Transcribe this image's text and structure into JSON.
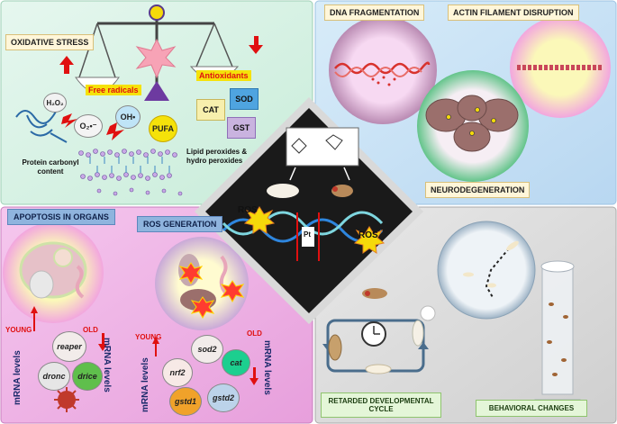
{
  "panels": {
    "oxidative_stress": {
      "title": "OXIDATIVE STRESS",
      "free_radicals": "Free radicals",
      "antioxidants": "Antioxidants",
      "h2o2": "H₂O₂",
      "superoxide": "O₂•⁻",
      "hydroxyl": "OH•",
      "pufa": "PUFA",
      "cat": "CAT",
      "sod": "SOD",
      "gst": "GST",
      "lipid_peroxides": "Lipid peroxides & hydro peroxides",
      "protein_carbonyl": "Protein carbonyl content"
    },
    "dna_fragmentation": {
      "title": "DNA FRAGMENTATION"
    },
    "actin_disruption": {
      "title": "ACTIN FILAMENT DISRUPTION"
    },
    "neurodegeneration": {
      "title": "NEURODEGENERATION"
    },
    "apoptosis": {
      "title": "APOPTOSIS IN ORGANS",
      "young": "YOUNG",
      "old": "OLD",
      "mrna_left": "mRNA levels",
      "mrna_right": "mRNA levels",
      "genes": [
        "reaper",
        "dronc",
        "drice"
      ]
    },
    "ros_generation": {
      "title": "ROS GENERATION",
      "young": "YOUNG",
      "old": "OLD",
      "mrna_left": "mRNA levels",
      "mrna_right": "mRNA levels",
      "genes": [
        "sod2",
        "nrf2",
        "cat",
        "gstd1",
        "gstd2"
      ]
    },
    "center": {
      "ros_left": "ROS",
      "ros_right": "ROS",
      "pt": "Pt"
    },
    "developmental": {
      "title": "RETARDED DEVELOPMENTAL CYCLE"
    },
    "behavioral": {
      "title": "BEHAVIORAL CHANGES"
    }
  },
  "colors": {
    "top_left_bg": "#d8f3e6",
    "top_right_bg": "#c9e2f6",
    "bottom_left_bg": "#f0b7e6",
    "bottom_right_bg": "#d9d9d9",
    "center_diamond": "#1a1a1a",
    "arrow_red": "#e01010"
  }
}
